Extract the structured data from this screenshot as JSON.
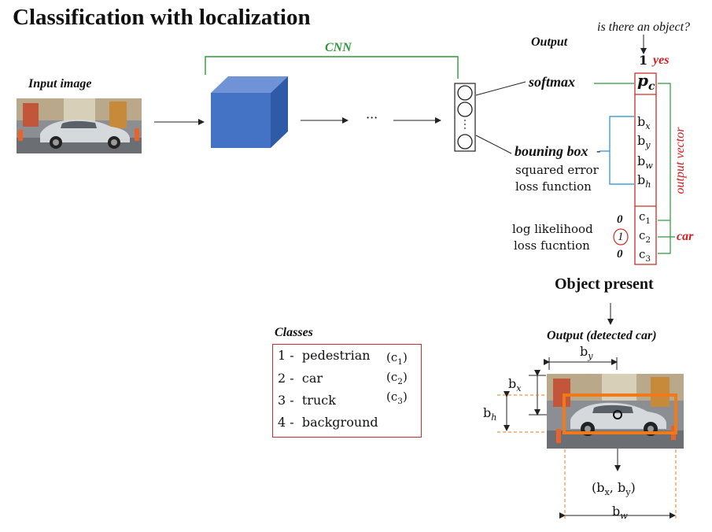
{
  "title": "Classification with localization",
  "input_label": "Input image",
  "cnn_label": "CNN",
  "ellipsis": "···",
  "output_label": "Output",
  "question": "is there an object?",
  "yes_label": "yes",
  "pc_value": "1",
  "softmax_label": "softmax",
  "bbox_label": "bouning box",
  "squared_error_line1": "squared error",
  "squared_error_line2": "loss function",
  "log_likelihood_line1": "log likelihood",
  "log_likelihood_line2": "loss fucntion",
  "output_vector_label": "output vector",
  "car_label": "car",
  "vector": {
    "pc": "p",
    "pc_sub": "c",
    "bx": "b",
    "bx_sub": "x",
    "by": "b",
    "by_sub": "y",
    "bw": "b",
    "bw_sub": "w",
    "bh": "b",
    "bh_sub": "h",
    "c1": "c",
    "c1_sub": "1",
    "c2": "c",
    "c2_sub": "2",
    "c3": "c",
    "c3_sub": "3"
  },
  "class_values": [
    "0",
    "1",
    "0"
  ],
  "object_present": "Object present",
  "detected_label": "Output (detected car)",
  "classes_title": "Classes",
  "classes": [
    {
      "num": "1",
      "name": "pedestrian",
      "c": "(c",
      "sub": "1",
      "close": ")"
    },
    {
      "num": "2",
      "name": "car",
      "c": "(c",
      "sub": "2",
      "close": ")"
    },
    {
      "num": "3",
      "name": "truck",
      "c": "(c",
      "sub": "3",
      "close": ")"
    },
    {
      "num": "4",
      "name": "background"
    }
  ],
  "dims": {
    "by": "b",
    "by_sub": "y",
    "bx": "b",
    "bx_sub": "x",
    "bh": "b",
    "bh_sub": "h",
    "bw": "b",
    "bw_sub": "w",
    "coord_open": "(b",
    "coord_x_sub": "x",
    "coord_mid": ", b",
    "coord_y_sub": "y",
    "coord_close": ")"
  },
  "colors": {
    "cnn_line": "#2a9a3a",
    "output_box": "#c9302c",
    "bbox_line": "#1f8fd0",
    "detection": "#f07a1a",
    "cube": "#4472c4"
  }
}
